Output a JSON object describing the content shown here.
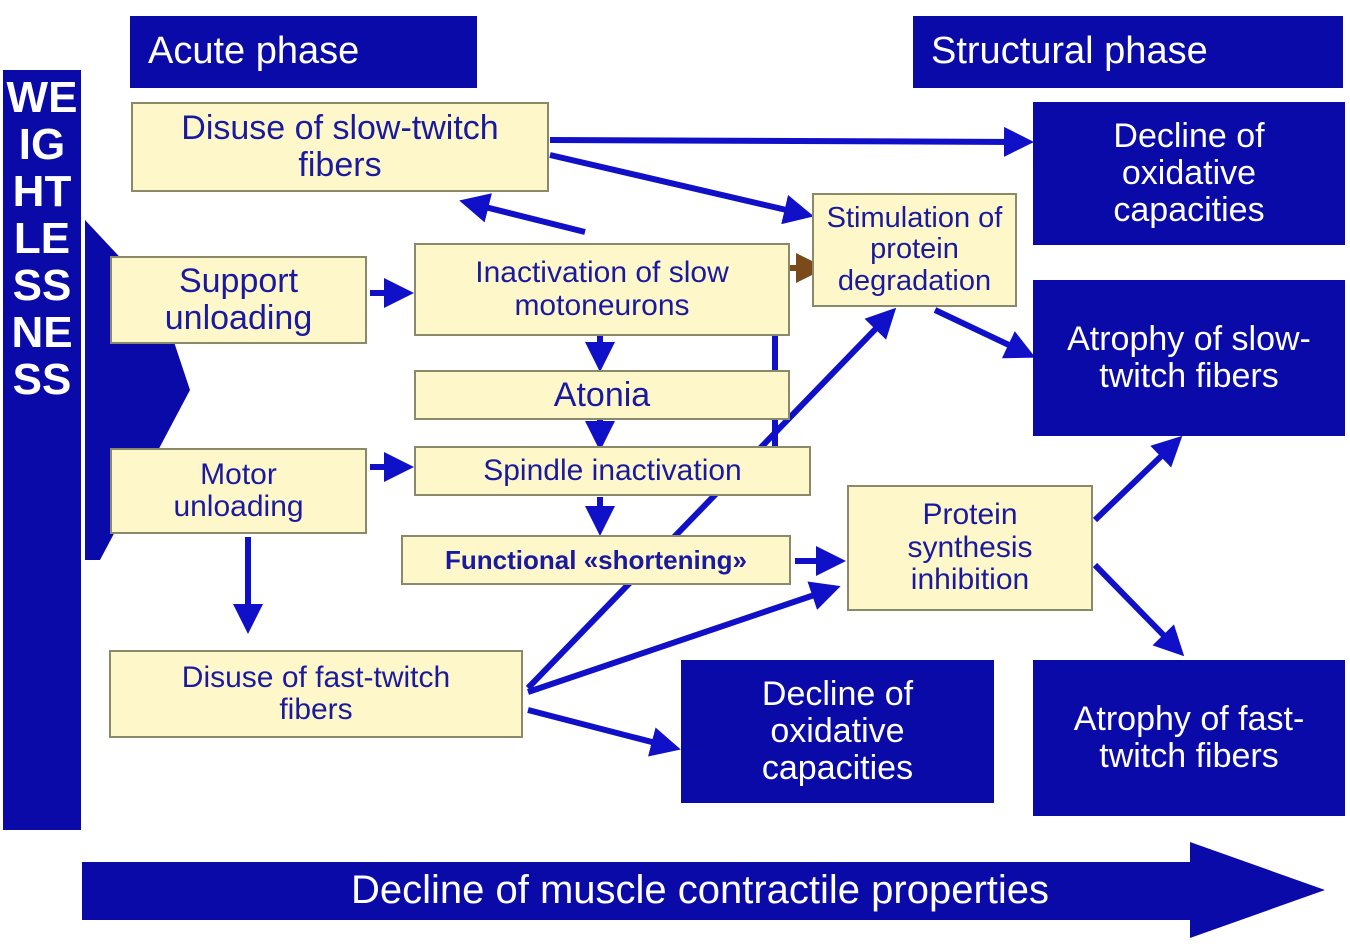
{
  "side_label": "WEIGHTLESSNESS",
  "phases": {
    "acute": "Acute phase",
    "structural": "Structural phase"
  },
  "bottom_arrow": "Decline of muscle contractile properties",
  "nodes": {
    "disuse_slow": "Disuse of slow-twitch fibers",
    "support_unloading": "Support unloading",
    "inactivation_slow": "Inactivation of slow motoneurons",
    "atonia": "Atonia",
    "motor_unloading": "Motor unloading",
    "spindle_inactivation": "Spindle inactivation",
    "functional_shortening": "Functional «shortening»",
    "disuse_fast": "Disuse of fast-twitch fibers",
    "stimulation_degradation": "Stimulation of protein degradation",
    "protein_synthesis": "Protein synthesis inhibition",
    "decline_oxidative_top": "Decline of oxidative capacities",
    "atrophy_slow": "Atrophy of slow-twitch fibers",
    "decline_oxidative_bottom": "Decline of oxidative capacities",
    "atrophy_fast": "Atrophy of fast-twitch fibers"
  },
  "colors": {
    "box_fill": "#fdf7c9",
    "dark_fill": "#0a0aa8",
    "arrow": "#1010c8",
    "arrow_brown": "#7a4a1a",
    "text_dark": "#1a1aa0"
  }
}
